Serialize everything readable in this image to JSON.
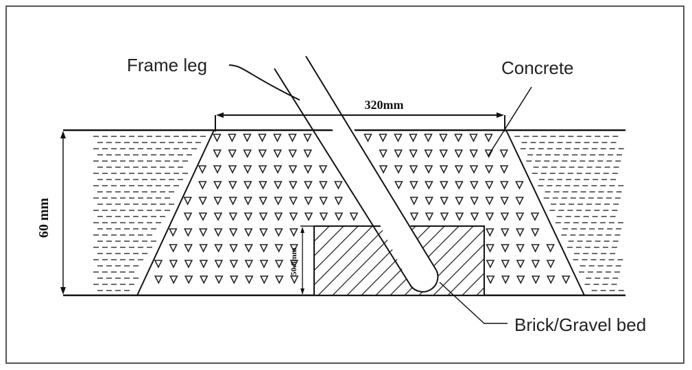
{
  "labels": {
    "frame_leg": "Frame leg",
    "concrete": "Concrete",
    "bed": "Brick/Gravel bed"
  },
  "dimensions": {
    "top_width": "320mm",
    "depth": "60 mm",
    "bed_height": "50.8mm"
  },
  "colors": {
    "line": "#111111",
    "hatch": "#333333",
    "frame": "#555555"
  }
}
